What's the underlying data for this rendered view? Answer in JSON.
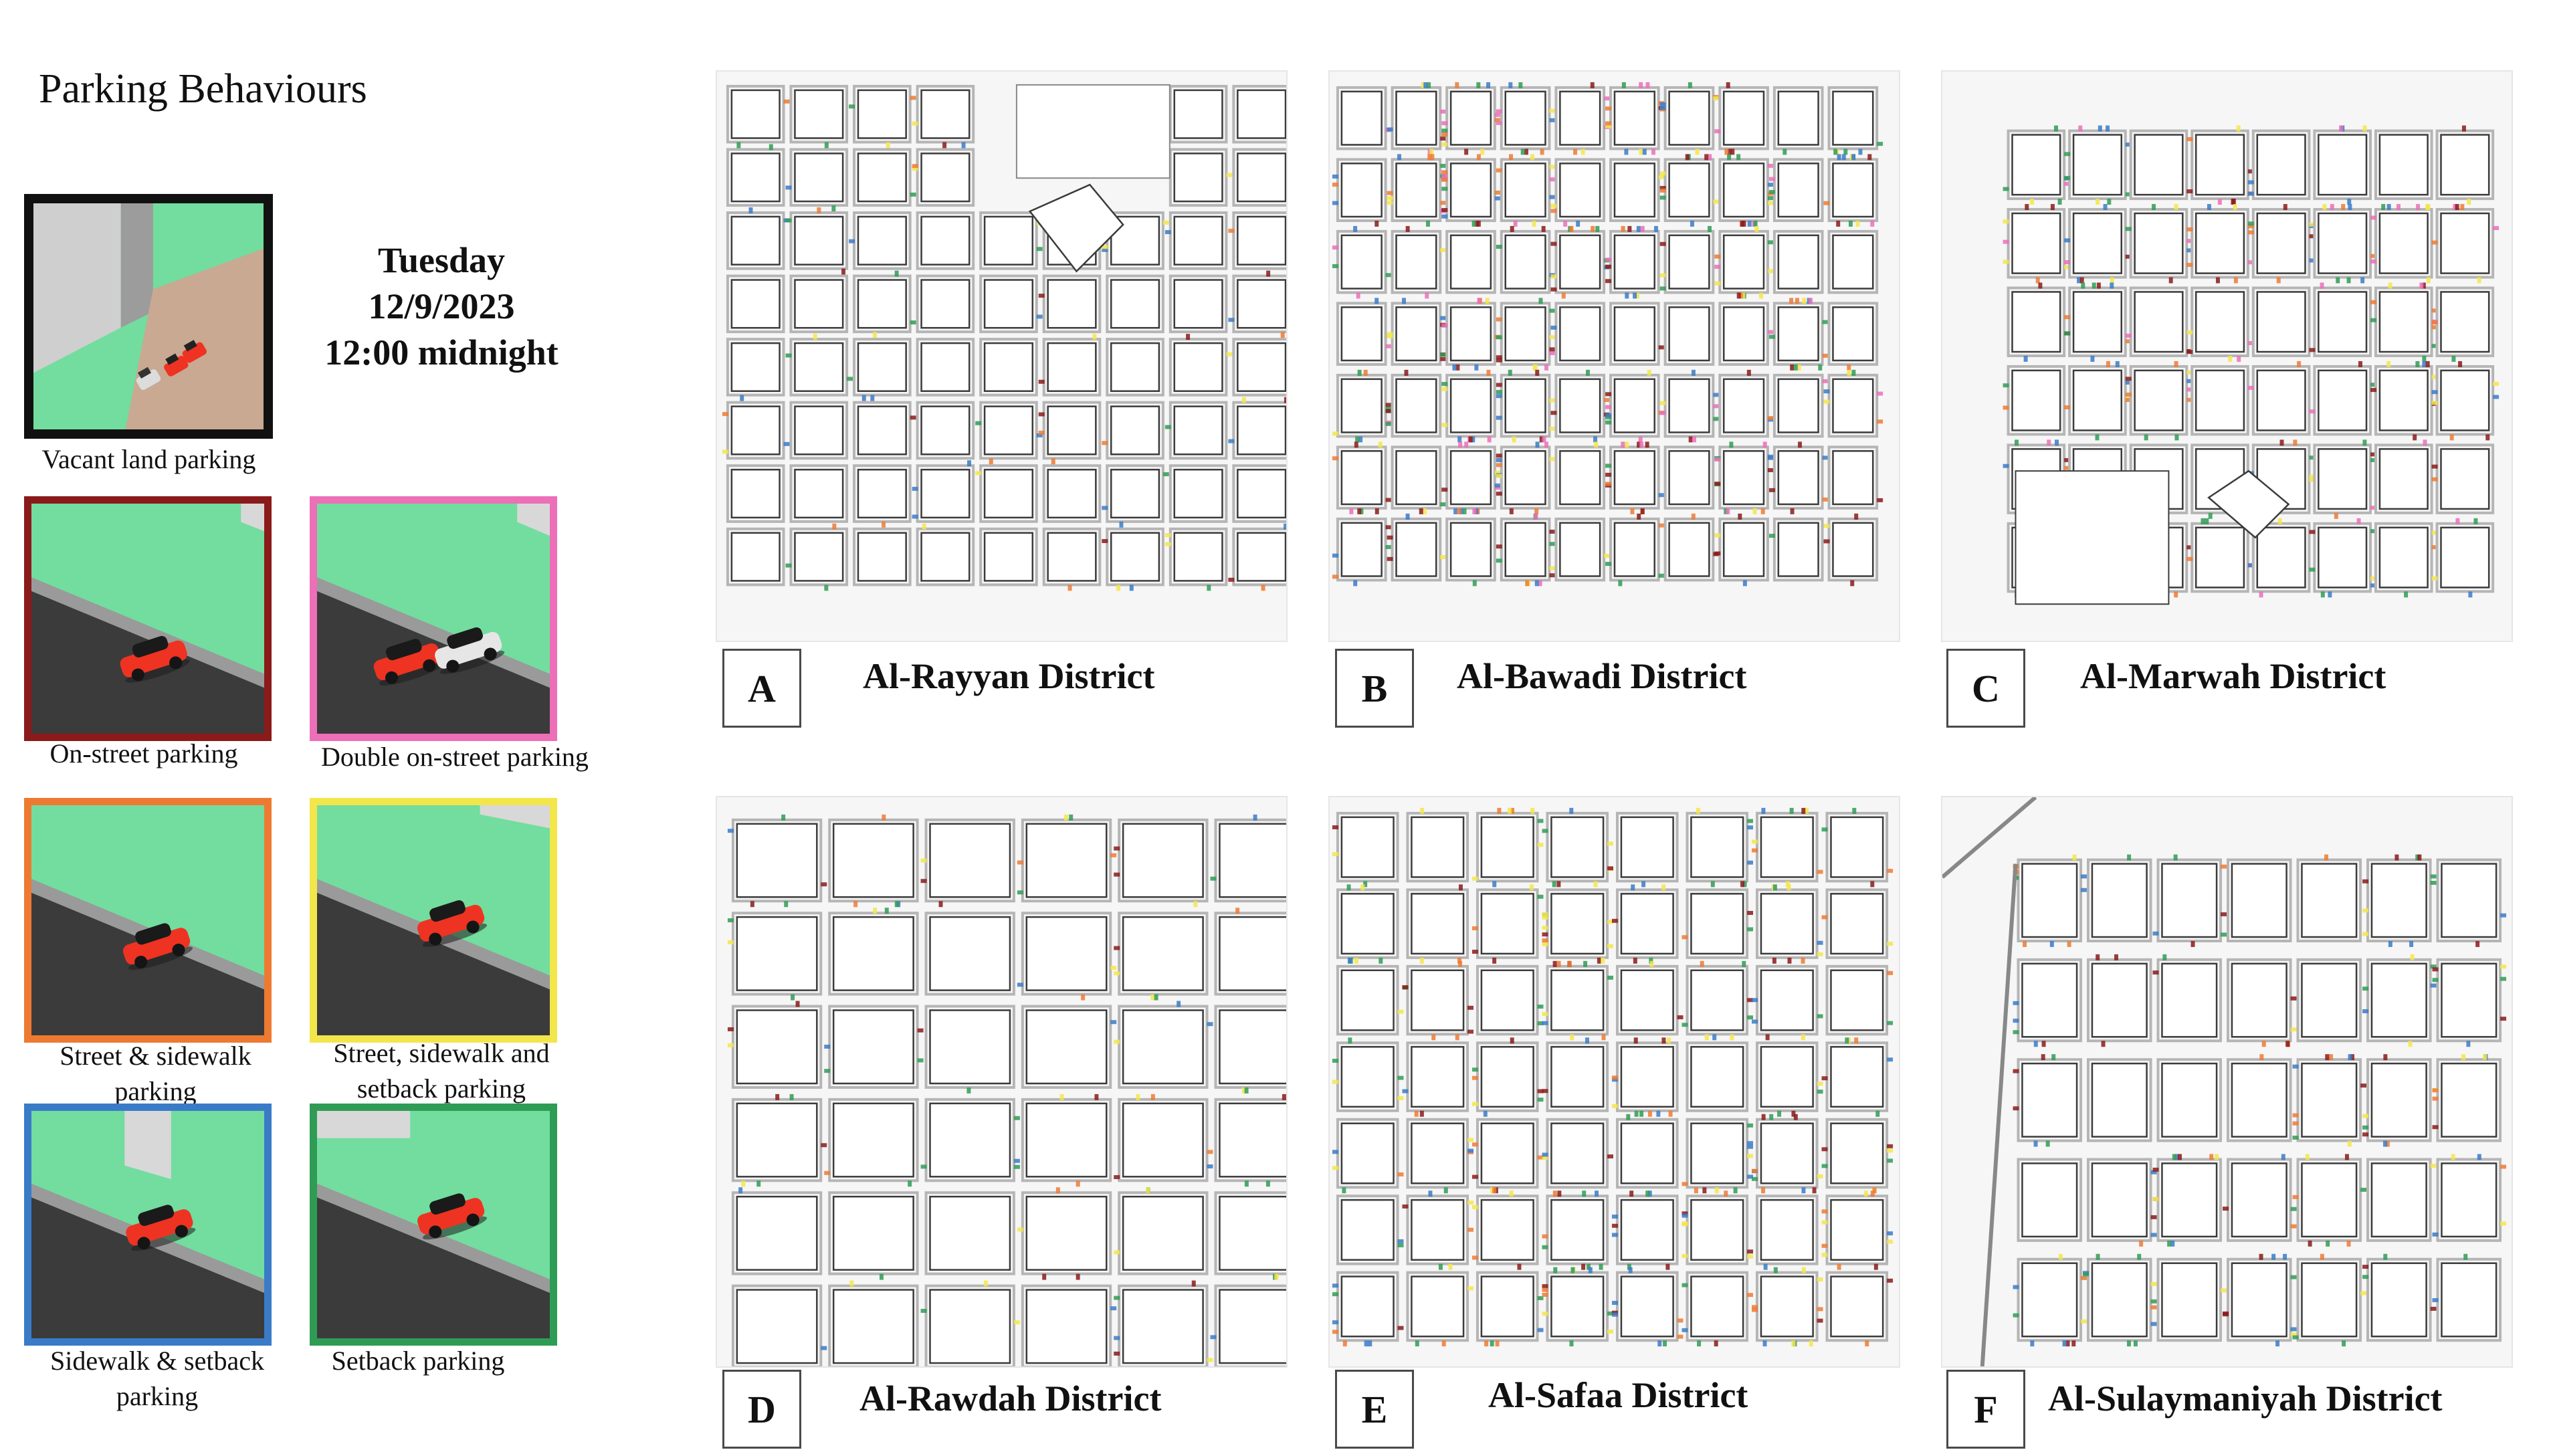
{
  "title": "Parking Behaviours",
  "date": {
    "day": "Tuesday",
    "date": "12/9/2023",
    "time": "12:00 midnight"
  },
  "legend": [
    {
      "id": "vacant",
      "label": "Vacant land parking",
      "color": "#111111"
    },
    {
      "id": "on-street",
      "label": "On-street parking",
      "color": "#8b1a1a"
    },
    {
      "id": "double",
      "label": "Double on-street parking",
      "color": "#ec6fb8"
    },
    {
      "id": "street-sidewalk",
      "label": "Street & sidewalk parking",
      "color": "#ee7a32"
    },
    {
      "id": "street-sidewalk-setback",
      "label": "Street, sidewalk and setback parking",
      "color": "#f3e64a"
    },
    {
      "id": "sidewalk-setback",
      "label": "Sidewalk & setback parking",
      "color": "#3a7bc8"
    },
    {
      "id": "setback",
      "label": "Setback parking",
      "color": "#2f9c55"
    }
  ],
  "panels": [
    {
      "letter": "A",
      "name": "Al-Rayyan District"
    },
    {
      "letter": "B",
      "name": "Al-Bawadi District"
    },
    {
      "letter": "C",
      "name": "Al-Marwah District"
    },
    {
      "letter": "D",
      "name": "Al-Rawdah District"
    },
    {
      "letter": "E",
      "name": "Al-Safaa District"
    },
    {
      "letter": "F",
      "name": "Al-Sulaymaniyah District"
    }
  ],
  "colors": {
    "car": "#ee3322",
    "ground": "#72dd9e",
    "road": "#3b3b3b",
    "sidewalk": "#9a9a9a",
    "vacant_lot": "#c9a992",
    "building": "#bdbdbd"
  }
}
